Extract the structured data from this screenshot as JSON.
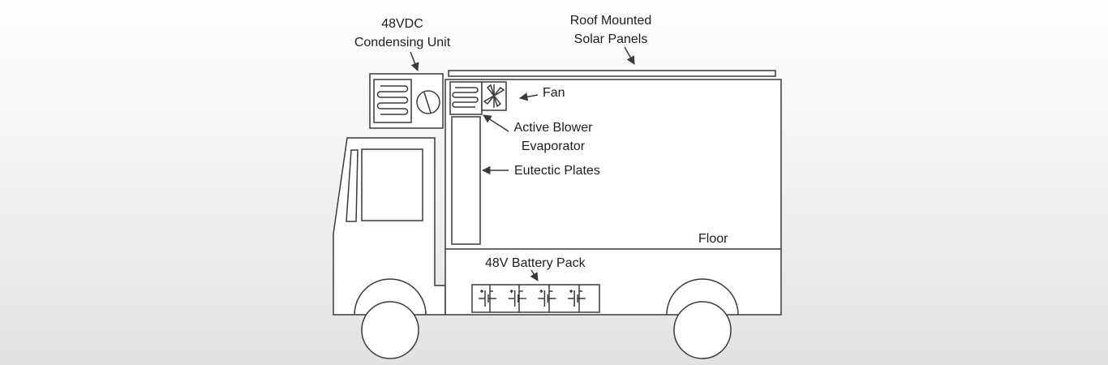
{
  "labels": {
    "condensing_unit": [
      "48VDC",
      "Condensing Unit"
    ],
    "solar_panels": [
      "Roof Mounted",
      "Solar Panels"
    ],
    "fan": "Fan",
    "evaporator": [
      "Active Blower",
      "Evaporator"
    ],
    "eutectic": "Eutectic Plates",
    "floor": "Floor",
    "battery": "48V Battery Pack"
  },
  "colors": {
    "line": "#3a3a3a",
    "text": "#1e1e1e",
    "fill": "#ffffff"
  },
  "battery_cells": 4
}
